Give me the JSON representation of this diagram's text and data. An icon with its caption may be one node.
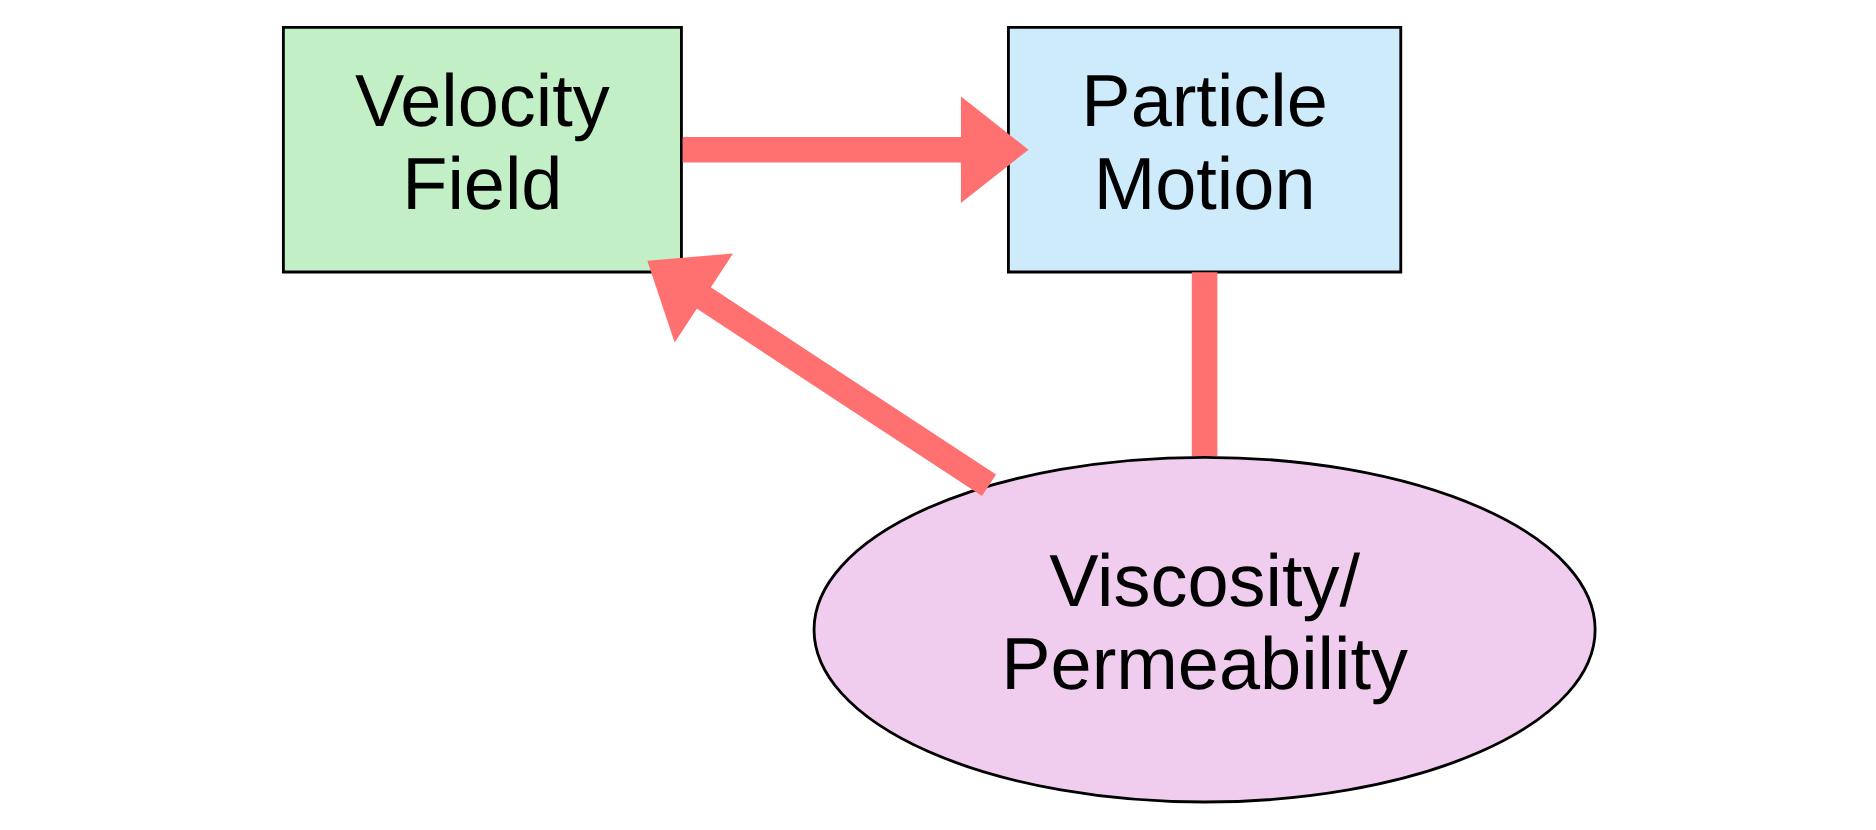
{
  "diagram": {
    "nodes": [
      {
        "text": [
          "Velocity Field"
        ]
      },
      {
        "text": [
          "Particle Motion"
        ]
      },
      {
        "text": [
          "Viscosity/ Permeability"
        ]
      }
    ],
    "edges": [
      {
        "from": 0,
        "to": 1,
        "arrow": "to"
      },
      {
        "from": 1,
        "to": 2,
        "arrow": "none"
      },
      {
        "from": 2,
        "to": 0,
        "arrow": "to"
      }
    ]
  }
}
